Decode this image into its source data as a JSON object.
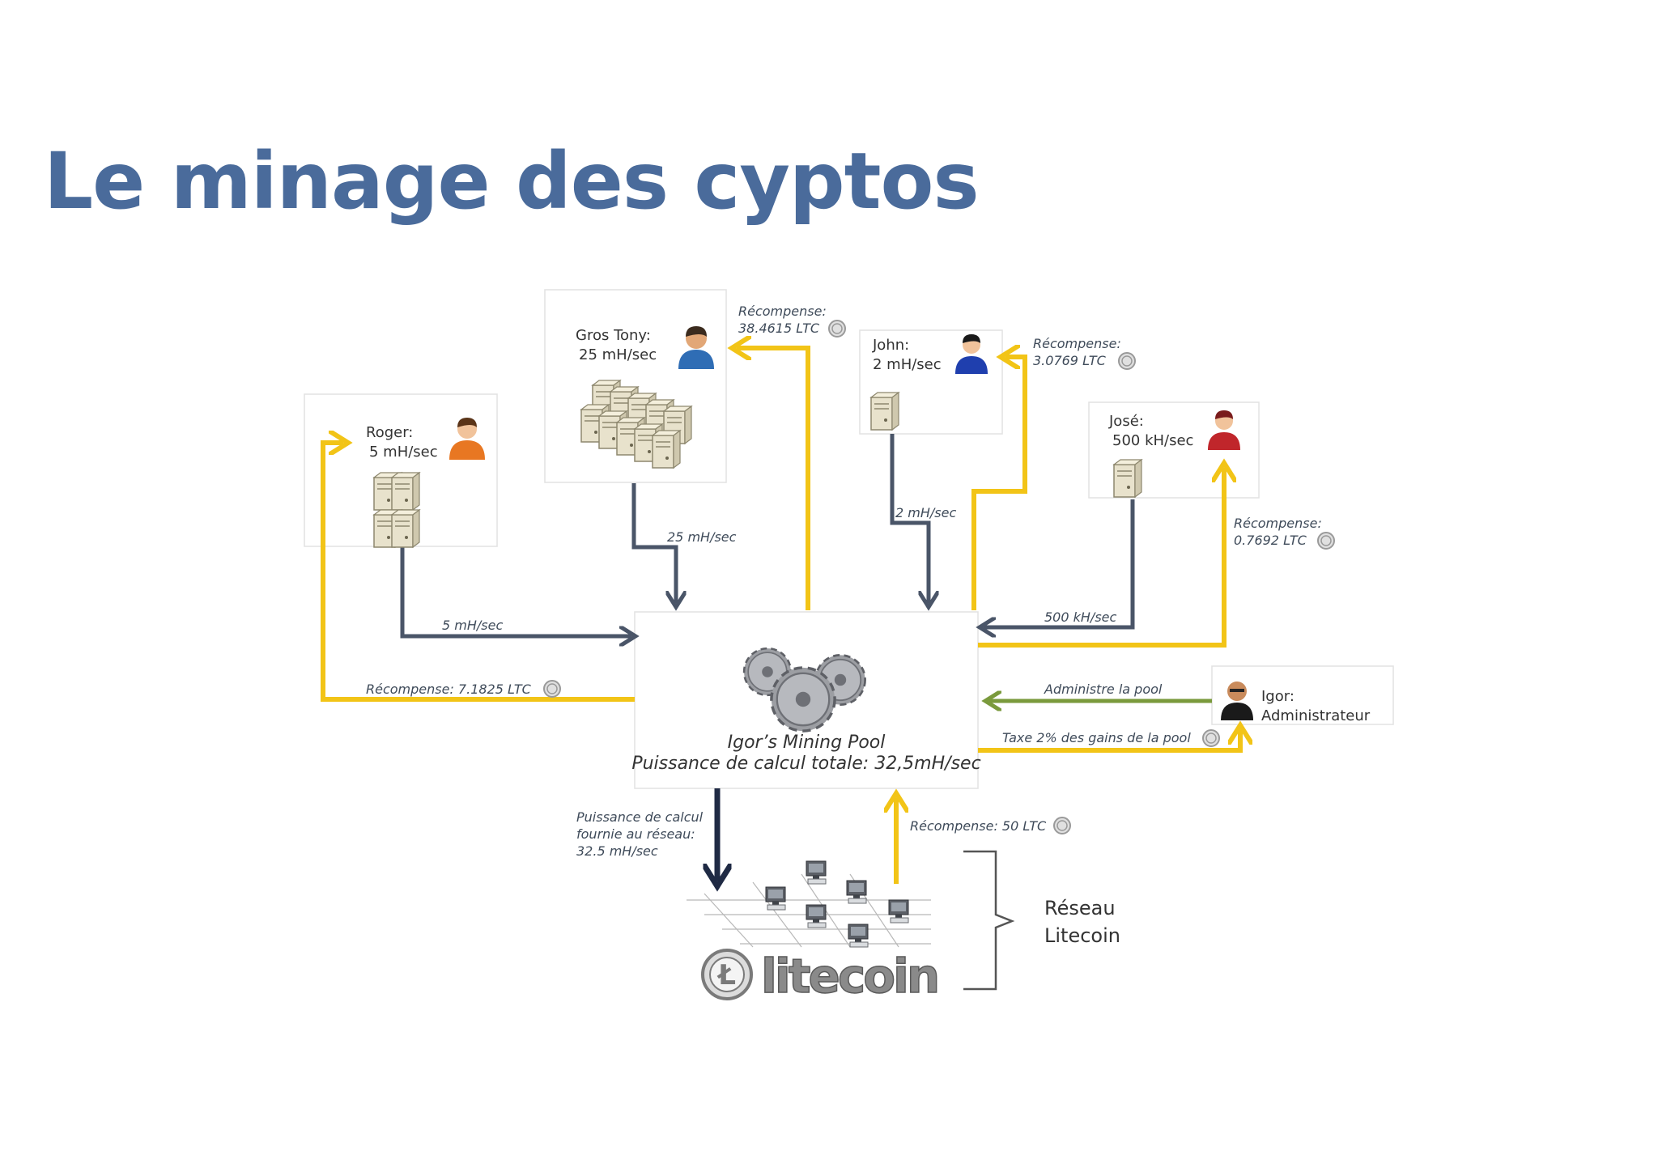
{
  "slide": {
    "title": "Le minage des cyptos"
  },
  "colors": {
    "title": "#4a6b9b",
    "hash_arrow": "#4a5568",
    "reward_arrow": "#f2c417",
    "admin_arrow": "#7a9a3c",
    "network_arrow": "#1f2a44"
  },
  "miners": {
    "roger": {
      "name": "Roger:",
      "rate": "5 mH/sec"
    },
    "tony": {
      "name": "Gros Tony:",
      "rate": "25 mH/sec"
    },
    "john": {
      "name": "John:",
      "rate": "2 mH/sec"
    },
    "jose": {
      "name": "José:",
      "rate": "500 kH/sec"
    }
  },
  "admin": {
    "name": "Igor:",
    "role": "Administrateur"
  },
  "pool": {
    "title": "Igor’s Mining Pool",
    "subtitle": "Puissance de calcul totale: 32,5mH/sec"
  },
  "flows": {
    "roger_hash": "5 mH/sec",
    "tony_hash": "25 mH/sec",
    "john_hash": "2 mH/sec",
    "jose_hash": "500 kH/sec",
    "roger_reward": "Récompense: 7.1825 LTC",
    "tony_reward_1": "Récompense:",
    "tony_reward_2": "38.4615 LTC",
    "john_reward_1": "Récompense:",
    "john_reward_2": "3.0769 LTC",
    "jose_reward_1": "Récompense:",
    "jose_reward_2": "0.7692 LTC",
    "admin": "Administre la pool",
    "tax": "Taxe 2% des gains de la pool",
    "network_reward": "Récompense: 50 LTC",
    "network_power_1": "Puissance de calcul",
    "network_power_2": "fournie au réseau:",
    "network_power_3": "32.5 mH/sec"
  },
  "network": {
    "label_1": "Réseau",
    "label_2": "Litecoin",
    "logo_text": "litecoin",
    "logo_letter": "Ł"
  },
  "icons": {
    "person": "person-icon",
    "server": "server-icon",
    "gears": "gears-icon",
    "coin": "litecoin-coin-icon",
    "computer": "computer-icon"
  }
}
